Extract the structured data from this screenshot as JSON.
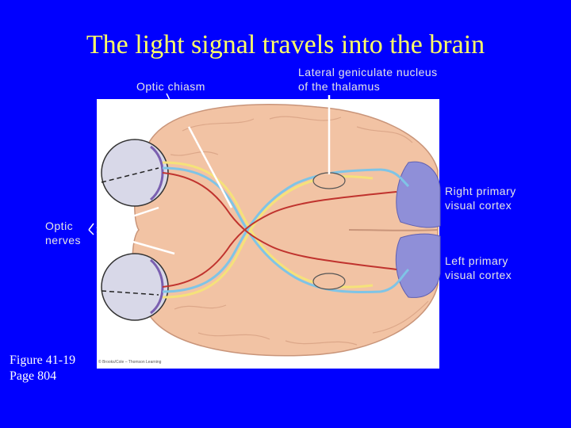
{
  "title": "The light signal travels into the brain",
  "labels": {
    "optic_chiasm": "Optic chiasm",
    "lgn_line1": "Lateral geniculate nucleus",
    "lgn_line2": "of the thalamus",
    "right_cortex_line1": "Right primary",
    "right_cortex_line2": "visual cortex",
    "optic_nerves_line1": "Optic",
    "optic_nerves_line2": "nerves",
    "left_cortex_line1": "Left primary",
    "left_cortex_line2": "visual cortex"
  },
  "figure_ref": {
    "line1": "Figure 41-19",
    "line2": "Page 804"
  },
  "image_credit": "© Brooks/Cole – Thomson Learning",
  "colors": {
    "background": "#0000ff",
    "title": "#ffff66",
    "brain": "#f2c3a4",
    "cortex": "#8f8fd8",
    "nerve_yellow": "#f5e27a",
    "nerve_blue": "#7fc4e6",
    "nerve_red": "#c0332e"
  }
}
